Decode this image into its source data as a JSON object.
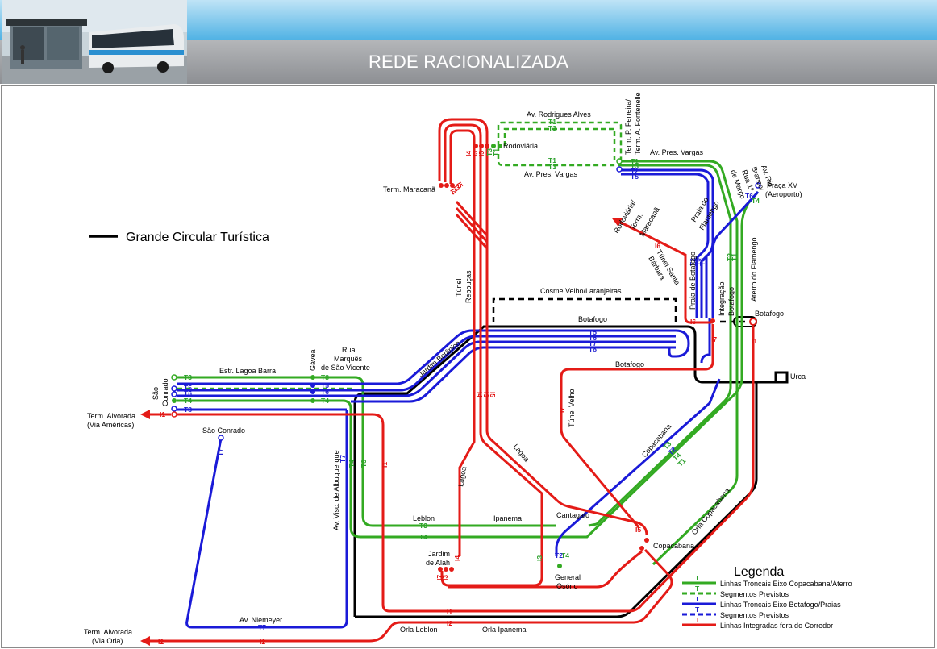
{
  "header": {
    "title": "REDE RACIONALIZADA"
  },
  "colors": {
    "green": "#33aa22",
    "blue": "#1a1ad8",
    "red": "#e41b17",
    "black": "#000000"
  },
  "circular_label": "Grande Circular Turística",
  "legend": {
    "title": "Legenda",
    "items": [
      {
        "code": "T",
        "text": "Linhas Troncais Eixo Copacabana/Aterro",
        "color": "green",
        "style": "solid"
      },
      {
        "code": "T",
        "text": "Segmentos Previstos",
        "color": "green",
        "style": "dashed"
      },
      {
        "code": "T",
        "text": "Linhas Troncais Eixo Botafogo/Praias",
        "color": "blue",
        "style": "solid"
      },
      {
        "code": "T",
        "text": "Segmentos Previstos",
        "color": "blue",
        "style": "dashed"
      },
      {
        "code": "I",
        "text": "Linhas Integradas fora do Corredor",
        "color": "red",
        "style": "solid"
      }
    ]
  },
  "places": {
    "av_rodrigues_alves": "Av. Rodrigues Alves",
    "rodoviaria": "Rodoviária",
    "term_pferreira_1": "Term. P. Ferreira/",
    "term_pferreira_2": "Term. A. Fontenelle",
    "av_pres_vargas": "Av. Pres. Vargas",
    "av_pres_vargas_2": "Av. Pres. Vargas",
    "av_rio_branco_1": "Av. Rio",
    "av_rio_branco_2": "Branco/",
    "rua_1o_marco_1": "Rua 1º",
    "rua_1o_marco_2": "de Março",
    "praca_xv_1": "Praça XV",
    "praca_xv_2": "(Aeroporto)",
    "term_maracana": "Term. Maracanã",
    "rodov_term_1": "Rodoviária/",
    "rodov_term_2": "Term.",
    "rodov_term_3": "Maracanã",
    "praia_flamengo_1": "Praia do",
    "praia_flamengo_2": "Flamengo",
    "tunel_santa_1": "Túnel Santa",
    "tunel_santa_2": "Bárbara",
    "praia_botafogo": "Praia de Botafogo",
    "integracao_1": "Integração",
    "integracao_2": "Botafogo",
    "aterro": "Aterro do Flamengo",
    "tunel_reboucas_1": "Túnel",
    "tunel_reboucas_2": "Rebouças",
    "cosme_velho": "Cosme Velho/Laranjeiras",
    "botafogo_top": "Botafogo",
    "botafogo_right": "Botafogo",
    "botafogo_mid": "Botafogo",
    "urca": "Urca",
    "jardim_botanico": "Jardim Botânico",
    "estr_lagoa_barra": "Estr. Lagoa Barra",
    "gavea": "Gávea",
    "rua_marques_1": "Rua",
    "rua_marques_2": "Marquês",
    "rua_marques_3": "de São Vicente",
    "sao_conrado_v_1": "São",
    "sao_conrado_v_2": "Conrado",
    "term_alvorada_americas_1": "Term. Alvorada",
    "term_alvorada_americas_2": "(Via Américas)",
    "sao_conrado": "São Conrado",
    "tunel_velho": "Túnel Velho",
    "copacabana_diag": "Copacabana",
    "lagoa_1": "Lagoa",
    "lagoa_2": "Lagoa",
    "av_visc_albuquerque": "Av. Visc. de Albuquerque",
    "leblon": "Leblon",
    "ipanema": "Ipanema",
    "cantagalo": "Cantagalo",
    "copacabana": "Copacabana",
    "jardim_alah_1": "Jardim",
    "jardim_alah_2": "de Alah",
    "general_osorio_1": "General",
    "general_osorio_2": "Osório",
    "orla_copacabana": "Orla Copacabana",
    "av_niemeyer": "Av. Niemeyer",
    "orla_leblon": "Orla Leblon",
    "orla_ipanema": "Orla Ipanema",
    "term_alvorada_orla_1": "Term. Alvorada",
    "term_alvorada_orla_2": "(Via Orla)"
  },
  "routes": {
    "T1": "T1",
    "T2": "T2",
    "T3": "T3",
    "T4": "T4",
    "T5": "T5",
    "T6": "T6",
    "T7": "T7",
    "T8": "T8",
    "I1": "I1",
    "I2": "I2",
    "I3": "I3",
    "I4": "I4",
    "I5": "I5",
    "I6": "I6",
    "I7": "I7"
  }
}
